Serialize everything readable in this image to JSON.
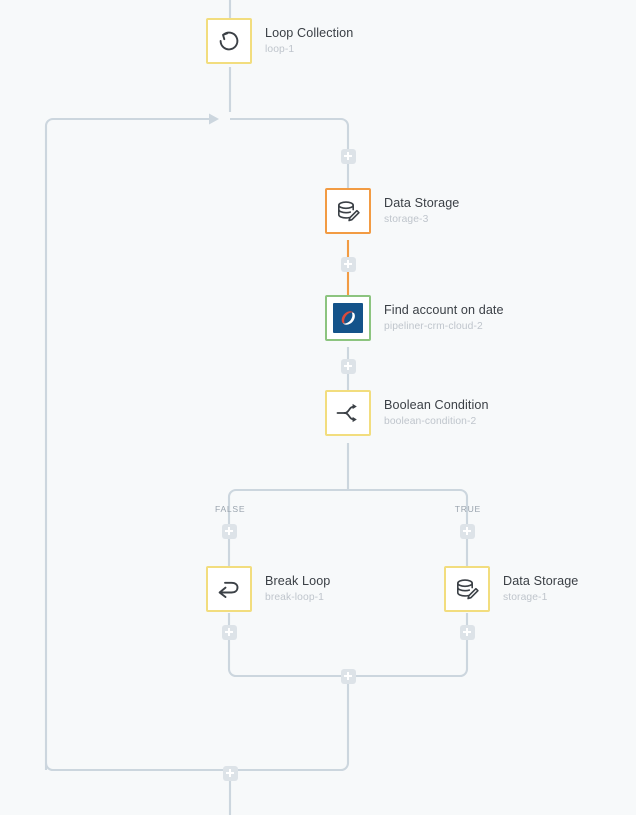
{
  "canvas": {
    "background": "#f7f9fa",
    "wire_color": "#ccd6de",
    "wire_color_active": "#f29b43"
  },
  "colors": {
    "border_yellow": "#f2dd7e",
    "border_orange": "#f29b43",
    "border_green": "#8cc47f",
    "title_text": "#3b4046",
    "sub_text": "#bfc5cc",
    "plus_fill": "#dde3e8",
    "logo_tile": "#14538a"
  },
  "nodes": [
    {
      "id": "loop-collection",
      "title": "Loop Collection",
      "subtitle": "loop-1",
      "icon": "loop-refresh-icon",
      "state": "yellow"
    },
    {
      "id": "data-storage-3",
      "title": "Data Storage",
      "subtitle": "storage-3",
      "icon": "database-pencil-icon",
      "state": "orange"
    },
    {
      "id": "pipeliner-crm",
      "title": "Find account on date",
      "subtitle": "pipeliner-crm-cloud-2",
      "icon": "pipeliner-crm-logo-icon",
      "state": "green"
    },
    {
      "id": "boolean-condition-2",
      "title": "Boolean Condition",
      "subtitle": "boolean-condition-2",
      "icon": "branch-split-icon",
      "state": "yellow"
    },
    {
      "id": "break-loop-1",
      "title": "Break Loop",
      "subtitle": "break-loop-1",
      "icon": "break-loop-arrow-icon",
      "state": "yellow"
    },
    {
      "id": "data-storage-1",
      "title": "Data Storage",
      "subtitle": "storage-1",
      "icon": "database-pencil-icon",
      "state": "yellow"
    }
  ],
  "branch_labels": {
    "false": "FALSE",
    "true": "TRUE"
  },
  "add_buttons": [
    {
      "id": "add-after-loop-collection"
    },
    {
      "id": "add-after-data-storage-3"
    },
    {
      "id": "add-after-pipeliner-crm"
    },
    {
      "id": "add-on-false-branch"
    },
    {
      "id": "add-on-true-branch"
    },
    {
      "id": "add-after-break-loop"
    },
    {
      "id": "add-after-data-storage-1"
    },
    {
      "id": "add-after-branch-merge"
    },
    {
      "id": "add-after-loop-exit"
    }
  ]
}
